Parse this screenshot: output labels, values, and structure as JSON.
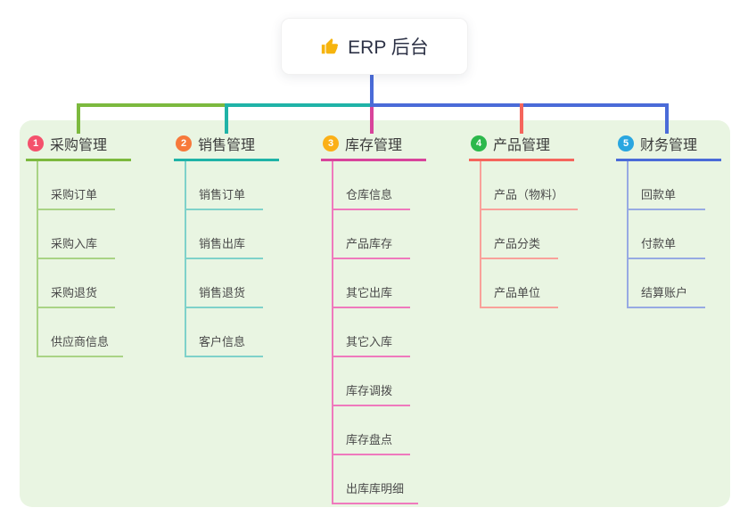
{
  "root": {
    "label": "ERP 后台",
    "icon": "thumbs-up-icon",
    "icon_color": "#f6b télévision40e",
    "text_color": "#2e3347"
  },
  "panel_color": "#e9f5e2",
  "branches": [
    {
      "badge": "1",
      "badge_color": "#f4516c",
      "color": "#7cb93e",
      "light_color": "#a9d385",
      "label": "采购管理",
      "children": [
        "采购订单",
        "采购入库",
        "采购退货",
        "供应商信息"
      ]
    },
    {
      "badge": "2",
      "badge_color": "#f7793b",
      "color": "#1fb3a7",
      "light_color": "#7fd2ca",
      "label": "销售管理",
      "children": [
        "销售订单",
        "销售出库",
        "销售退货",
        "客户信息"
      ]
    },
    {
      "badge": "3",
      "badge_color": "#fbb017",
      "color": "#d8449b",
      "light_color": "#ef79bd",
      "label": "库存管理",
      "children": [
        "仓库信息",
        "产品库存",
        "其它出库",
        "其它入库",
        "库存调拨",
        "库存盘点",
        "出库库明细"
      ]
    },
    {
      "badge": "4",
      "badge_color": "#2cb84b",
      "color": "#f5655c",
      "light_color": "#f9a19a",
      "label": "产品管理",
      "children": [
        "产品（物料）",
        "产品分类",
        "产品单位"
      ]
    },
    {
      "badge": "5",
      "badge_color": "#29a6e0",
      "color": "#4a6bd8",
      "light_color": "#97aae3",
      "label": "财务管理",
      "children": [
        "回款单",
        "付款单",
        "结算账户"
      ]
    }
  ]
}
